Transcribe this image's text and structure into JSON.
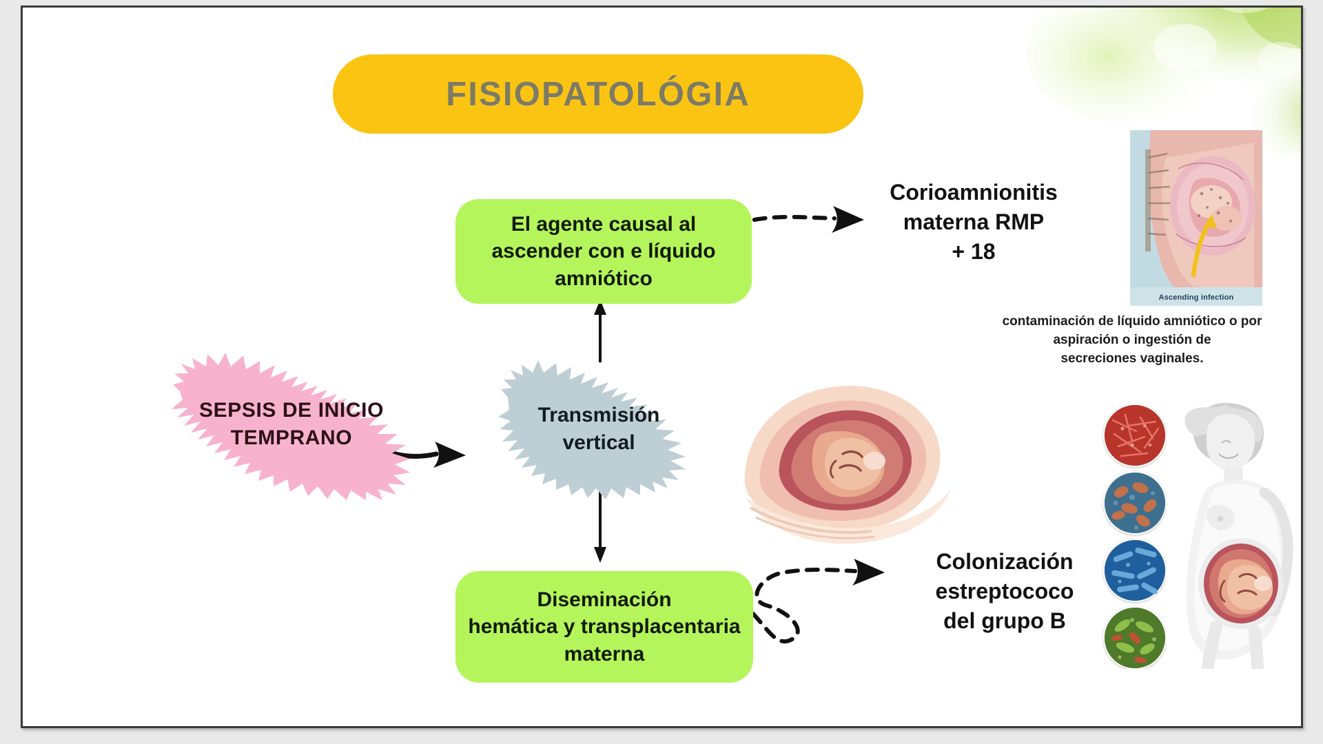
{
  "slide": {
    "title": "FISIOPATOLÓGIA",
    "title_bg": "#fbc412",
    "title_color": "#7d7b63",
    "background": "#ffffff",
    "border_color": "#3a3a38",
    "page_background": "#e9e9e9"
  },
  "nodes": {
    "pink": {
      "label": "SEPSIS DE INICIO TEMPRANO",
      "line1": "SEPSIS DE INICIO",
      "line2": "TEMPRANO",
      "color": "#f7b3ce",
      "text_color": "#2c1117",
      "shape": "brush-blob"
    },
    "gray": {
      "label": "Transmisión vertical",
      "line1": "Transmisión",
      "line2": "vertical",
      "color": "#bdced4",
      "text_color": "#121b22",
      "shape": "brush-blob"
    },
    "green_top": {
      "line1": "El agente causal al",
      "line2": "ascender con e líquido",
      "line3": "amniótico",
      "color": "#b4f55c",
      "text_color": "#111a05",
      "shape": "rounded-rect"
    },
    "green_bottom": {
      "line1": "Diseminación",
      "line2": "hemática y transplacentaria",
      "line3": "materna",
      "color": "#b4f55c",
      "text_color": "#111a05",
      "shape": "rounded-rect"
    }
  },
  "callouts": {
    "chorioamnionitis": {
      "line1": "Corioamnionitis",
      "line2": "materna RMP",
      "line3": "+ 18",
      "text_color": "#121212"
    },
    "gbs": {
      "line1": "Colonización",
      "line2": "estreptococo",
      "line3": "del grupo B",
      "text_color": "#121212"
    }
  },
  "images": {
    "ascending_infection": {
      "inner_label": "Ascending infection",
      "caption_line1": "contaminación de líquido amniótico o por",
      "caption_line2": "aspiración o ingestión de",
      "caption_line3": "secreciones vaginales.",
      "caption_color": "#1c1c1c"
    },
    "fetus_illustration": {
      "name": "fetus-in-womb-illustration"
    },
    "pregnant_woman_illustration": {
      "name": "pregnant-woman-anatomy-illustration"
    },
    "microbe_circles": {
      "name": "bacteria-micrograph-circles",
      "colors": [
        "#c0392b",
        "#3f6f8f",
        "#1f5f9e",
        "#4e7a2a"
      ],
      "count": 4
    }
  },
  "decoration": {
    "watercolor_corner": "green-watercolor-wash",
    "watercolor_color": "#b9dd5e"
  },
  "connectors": {
    "pink_to_gray": "solid-curved-arrow",
    "gray_to_green_top": "solid-straight-arrow-up",
    "gray_to_green_bottom": "solid-straight-arrow-down",
    "green_top_to_chorio": "dashed-loop-arrow",
    "green_bottom_to_gbs": "dashed-loop-arrow"
  }
}
